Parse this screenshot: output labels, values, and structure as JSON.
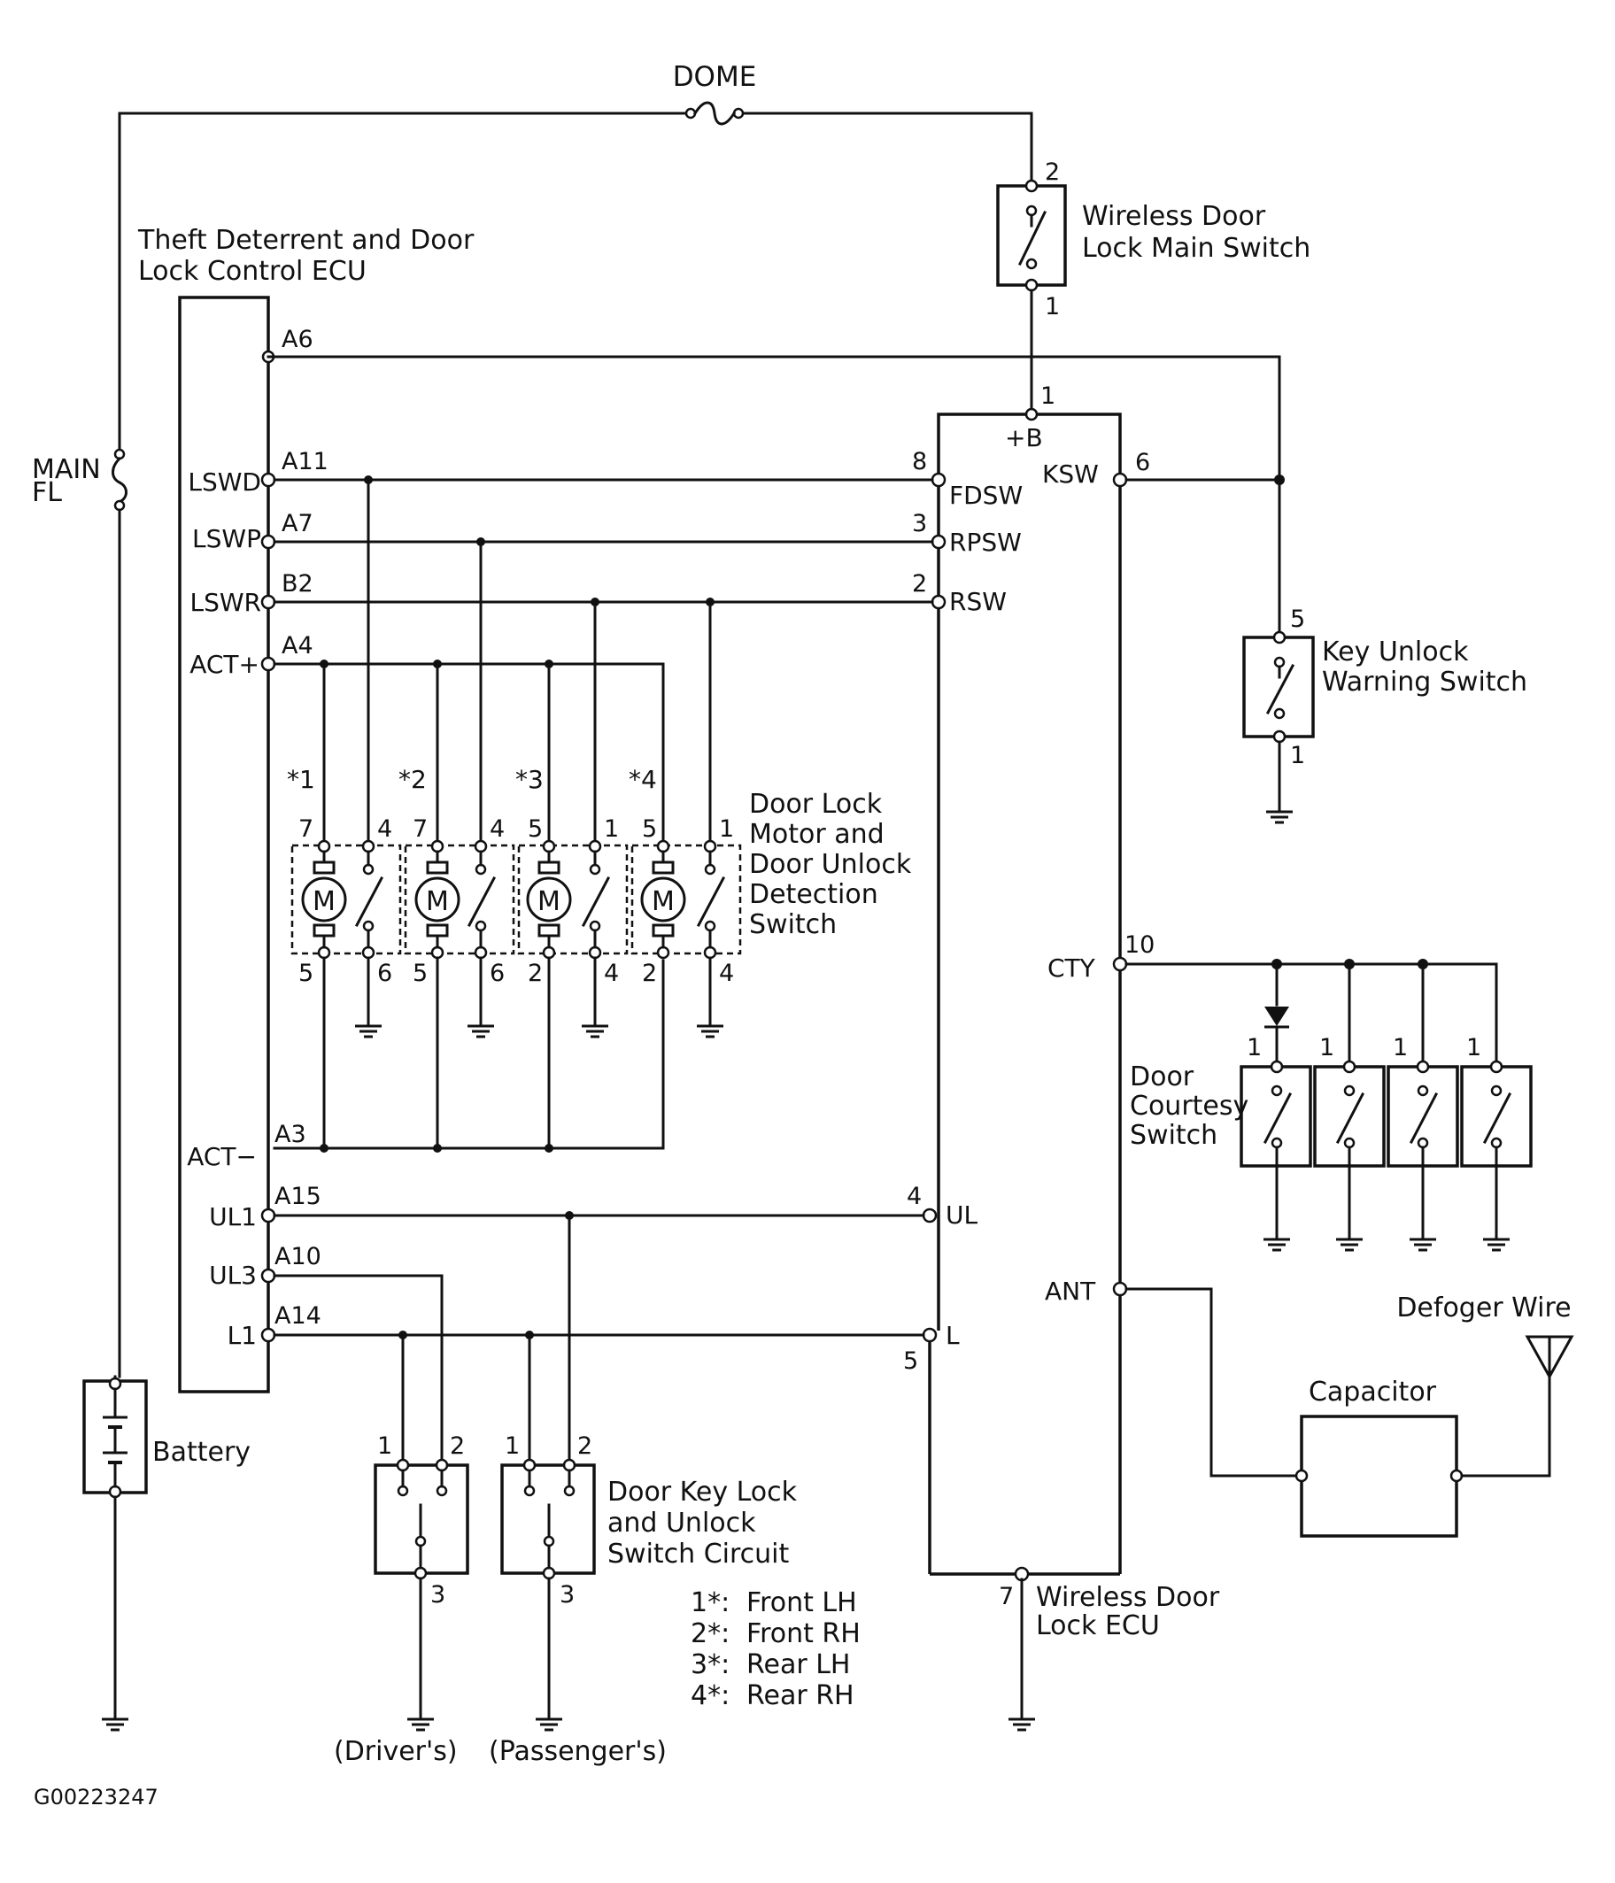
{
  "labels": {
    "dome": "DOME",
    "main_fl": [
      "MAIN",
      "FL"
    ],
    "ecu": [
      "Theft Deterrent and Door",
      "Lock Control ECU"
    ],
    "main_switch": [
      "Wireless Door",
      "Lock Main Switch"
    ],
    "key_unlock": [
      "Key Unlock",
      "Warning Switch"
    ],
    "motor": [
      "Door Lock",
      "Motor and",
      "Door Unlock",
      "Detection",
      "Switch"
    ],
    "courtesy": [
      "Door",
      "Courtesy",
      "Switch"
    ],
    "defogger": "Defoger Wire",
    "capacitor": "Capacitor",
    "battery": "Battery",
    "key_lock": [
      "Door Key Lock",
      "and Unlock",
      "Switch Circuit"
    ],
    "wireless_ecu": [
      "Wireless Door",
      "Lock ECU"
    ],
    "drivers": "(Driver's)",
    "passengers": "(Passenger's)",
    "figure_id": "G00223247"
  },
  "legend": [
    {
      "key": "1*:",
      "value": "Front LH"
    },
    {
      "key": "2*:",
      "value": "Front RH"
    },
    {
      "key": "3*:",
      "value": "Rear LH"
    },
    {
      "key": "4*:",
      "value": "Rear RH"
    }
  ],
  "ecu_signals": [
    "LSWD",
    "LSWP",
    "LSWR",
    "ACT+",
    "ACT−",
    "UL1",
    "UL3",
    "L1"
  ],
  "ecu_pins": [
    "A6",
    "A11",
    "A7",
    "B2",
    "A4",
    "A3",
    "A15",
    "A10",
    "A14"
  ],
  "wireless_signals": [
    "+B",
    "KSW",
    "FDSW",
    "RPSW",
    "RSW",
    "CTY",
    "UL",
    "L",
    "ANT"
  ],
  "wireless_pins": [
    "1",
    "6",
    "8",
    "3",
    "2",
    "10",
    "4",
    "5",
    "7"
  ],
  "motor_units": [
    {
      "tag": "*1",
      "top": [
        "7",
        "4"
      ],
      "bottom": [
        "5",
        "6"
      ]
    },
    {
      "tag": "*2",
      "top": [
        "7",
        "4"
      ],
      "bottom": [
        "5",
        "6"
      ]
    },
    {
      "tag": "*3",
      "top": [
        "5",
        "1"
      ],
      "bottom": [
        "2",
        "4"
      ]
    },
    {
      "tag": "*4",
      "top": [
        "5",
        "1"
      ],
      "bottom": [
        "2",
        "4"
      ]
    }
  ],
  "motor_symbol": "M",
  "switch_pins": {
    "main_top": "2",
    "main_bottom": "1",
    "key_top": "5",
    "key_bottom": "1",
    "courtesy": "1",
    "lock_left": "1",
    "lock_right": "2",
    "lock_bottom": "3"
  }
}
